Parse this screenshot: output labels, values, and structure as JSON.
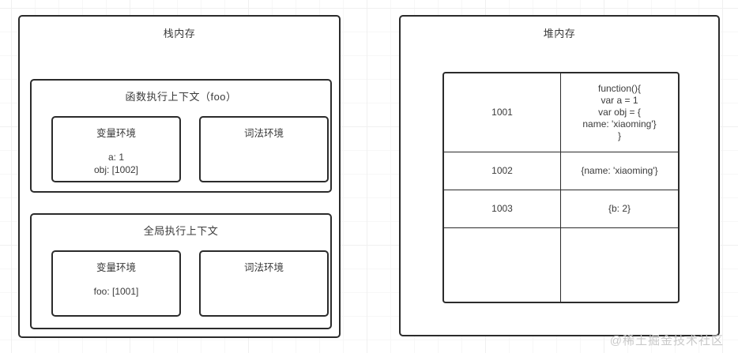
{
  "stack": {
    "title": "栈内存",
    "contexts": [
      {
        "title": "函数执行上下文（foo）",
        "variable_env": {
          "title": "变量环境",
          "body": "a: 1\nobj: [1002]"
        },
        "lexical_env": {
          "title": "词法环境",
          "body": ""
        }
      },
      {
        "title": "全局执行上下文",
        "variable_env": {
          "title": "变量环境",
          "body": "foo: [1001]"
        },
        "lexical_env": {
          "title": "词法环境",
          "body": ""
        }
      }
    ]
  },
  "heap": {
    "title": "堆内存",
    "rows": [
      {
        "address": "1001",
        "value": "function(){\nvar a = 1\nvar obj = {\nname: 'xiaoming'}\n}"
      },
      {
        "address": "1002",
        "value": "{name: 'xiaoming'}"
      },
      {
        "address": "1003",
        "value": "{b: 2}"
      },
      {
        "address": "",
        "value": ""
      }
    ]
  },
  "watermark": "@稀土掘金技术社区",
  "colors": {
    "stroke": "#2b2b2b",
    "text": "#3a3a3a",
    "grid": "#f0f0f0",
    "watermark": "#c9c9c9"
  }
}
